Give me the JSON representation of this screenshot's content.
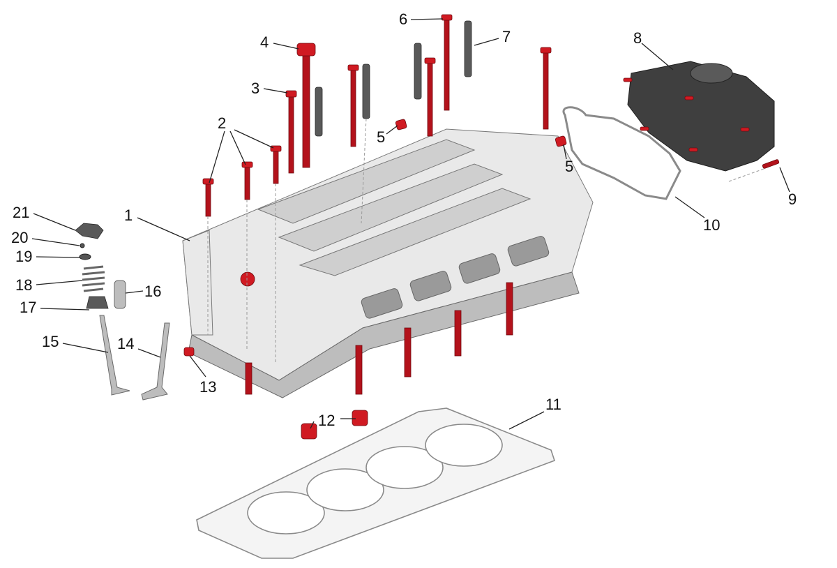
{
  "callouts": {
    "c1": "1",
    "c2": "2",
    "c3": "3",
    "c4": "4",
    "c5a": "5",
    "c5b": "5",
    "c6": "6",
    "c7": "7",
    "c8": "8",
    "c9": "9",
    "c10": "10",
    "c11": "11",
    "c12": "12",
    "c13": "13",
    "c14": "14",
    "c15": "15",
    "c16": "16",
    "c17": "17",
    "c18": "18",
    "c19": "19",
    "c20": "20",
    "c21": "21"
  },
  "colors": {
    "bolt_red": "#b3121b",
    "head_metal": "#e9e9e9",
    "cover_dark": "#3f3f3f",
    "gasket_gray": "#8a8a8a"
  }
}
